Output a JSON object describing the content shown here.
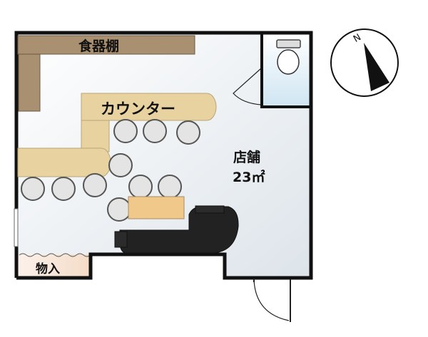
{
  "plan": {
    "shelf_label": "食器棚",
    "counter_label": "カウンター",
    "room_name": "店舗",
    "room_area": "23㎡",
    "storage_label": "物入",
    "compass_label": "N"
  },
  "colors": {
    "wall": "#111111",
    "shelf": "#a89070",
    "counter": "#e8d3a0",
    "table": "#f0c98a",
    "toilet_room": "#d8eaf4",
    "floor": "#eef2f5",
    "sofa": "#222222",
    "stool": "#e4e4e4"
  }
}
